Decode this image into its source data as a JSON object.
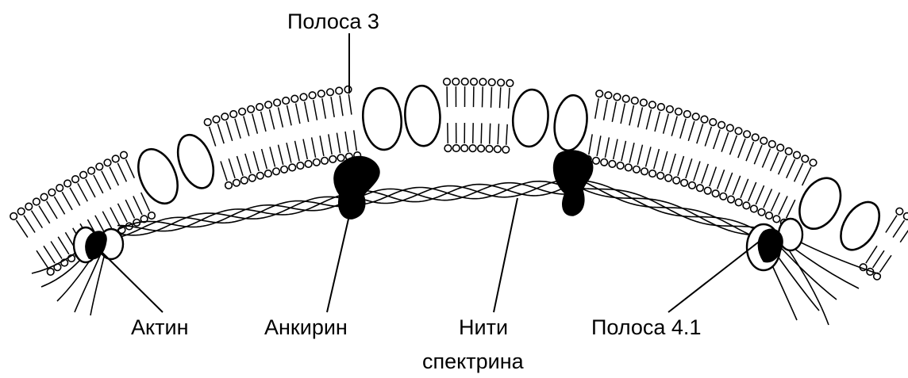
{
  "diagram": {
    "labels": {
      "band3": "Полоса 3",
      "actin": "Актин",
      "ankyrin": "Анкирин",
      "spectrin_line1": "Нити",
      "spectrin_line2": "спектрина",
      "band41": "Полоса 4.1"
    },
    "colors": {
      "ink": "#000000",
      "paper": "#ffffff"
    }
  }
}
